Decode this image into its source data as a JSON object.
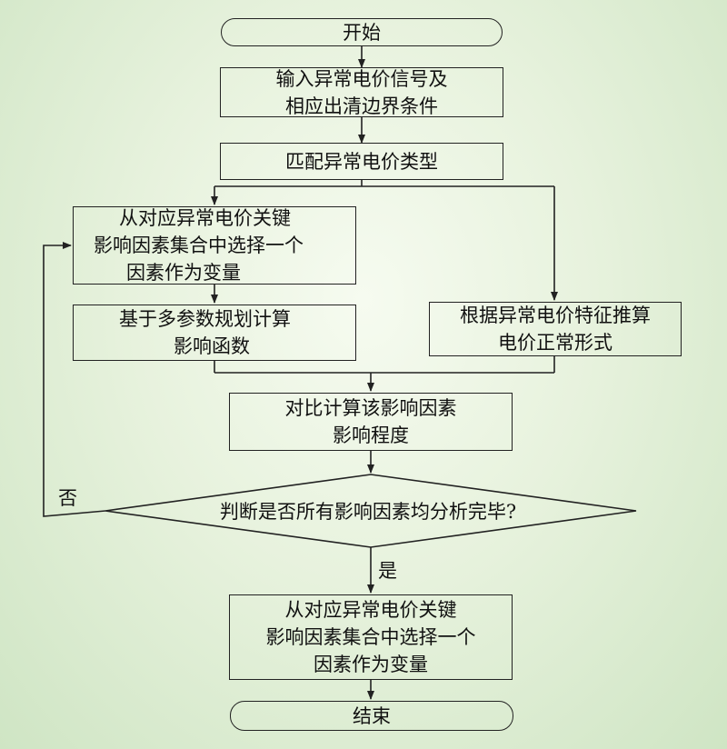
{
  "nodes": {
    "start": "开始",
    "input": [
      "输入异常电价信号及",
      "相应出清边界条件"
    ],
    "match": "匹配异常电价类型",
    "select_loop": [
      "从对应异常电价关键",
      "影响因素集合中选择一个",
      "因素作为变量"
    ],
    "calc_func": [
      "基于多参数规划计算",
      "影响函数"
    ],
    "normal_form": [
      "根据异常电价特征推算",
      "电价正常形式"
    ],
    "compare": [
      "对比计算该影响因素",
      "影响程度"
    ],
    "decision": "判断是否所有影响因素均分析完毕?",
    "select_final": [
      "从对应异常电价关键",
      "影响因素集合中选择一个",
      "因素作为变量"
    ],
    "end": "结束"
  },
  "edge_labels": {
    "no": "否",
    "yes": "是"
  }
}
